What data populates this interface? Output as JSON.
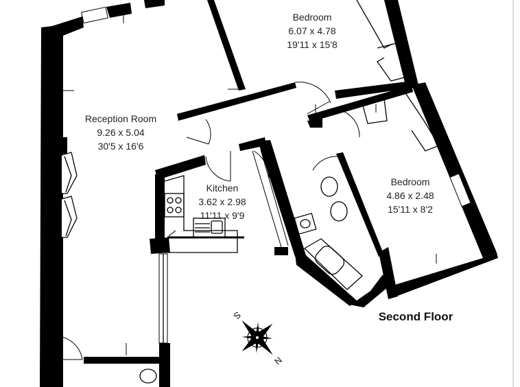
{
  "floor_label": "Second Floor",
  "rooms": {
    "bedroom_1": {
      "name": "Bedroom",
      "metric": "6.07 x 4.78",
      "imperial": "19'11 x 15'8"
    },
    "reception": {
      "name": "Reception Room",
      "metric": "9.26 x 5.04",
      "imperial": "30'5 x 16'6"
    },
    "kitchen": {
      "name": "Kitchen",
      "metric": "3.62 x 2.98",
      "imperial": "11'11 x 9'9"
    },
    "bedroom_2": {
      "name": "Bedroom",
      "metric": "4.86 x 2.48",
      "imperial": "15'11 x 8'2"
    }
  },
  "compass": {
    "north": "N",
    "south": "S",
    "icon": "compass-rose-icon"
  },
  "colors": {
    "walls": "#000000",
    "background": "#ffffff"
  }
}
